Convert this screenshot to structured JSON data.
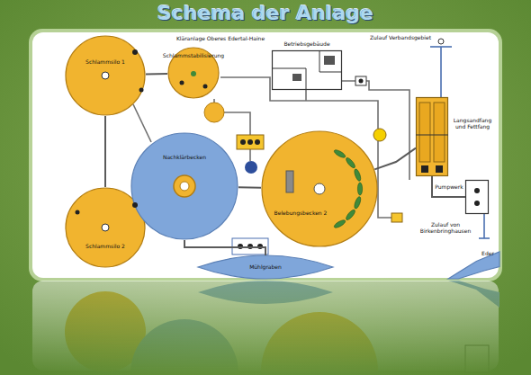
{
  "diagram": {
    "title": "Schema der Anlage",
    "nodes": [
      {
        "text": [
          "Schlammsilo 1"
        ]
      },
      {
        "text": [
          "Schlammstabilisierung"
        ]
      },
      {
        "text": [
          "Betriebsgebäude"
        ]
      },
      {
        "text": [
          "Langsandfang und Fettfang"
        ]
      },
      {
        "text": [
          "Schlammsilo 2"
        ]
      },
      {
        "text": [
          "Nachklärbecken"
        ]
      },
      {
        "text": [
          "Belebungsbecken 2"
        ]
      },
      {
        "text": [
          "Pumpwerk"
        ]
      },
      {
        "text": [
          "Mühlgraben"
        ]
      },
      {
        "text": [
          "Eder"
        ]
      }
    ],
    "edges": [
      {
        "from": 0,
        "to": 4,
        "arrow": "none"
      },
      {
        "from": 1,
        "to": 0,
        "arrow": "none"
      },
      {
        "from": 6,
        "to": 5,
        "arrow": "none"
      },
      {
        "from": 3,
        "to": 6,
        "arrow": "none"
      },
      {
        "from": 7,
        "to": 3,
        "arrow": "none"
      },
      {
        "from": 5,
        "to": 8,
        "arrow": "none"
      }
    ],
    "labels": [
      "Kläranlage Oberes Edertal-Haine",
      "Zulauf Verbandsgebiet",
      "Zulauf von Birkenbringhausen"
    ]
  }
}
